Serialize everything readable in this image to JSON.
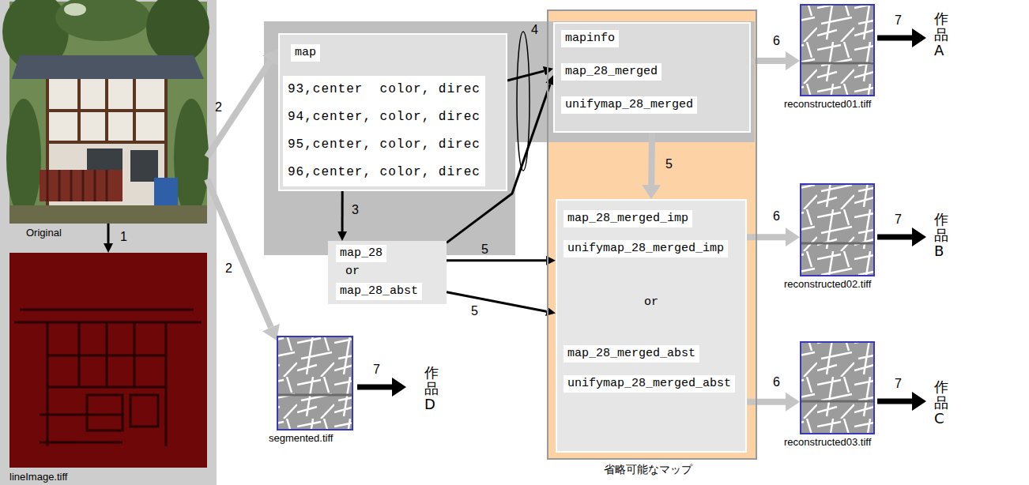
{
  "diagram": {
    "nodes": [
      {
        "text": [
          "Original"
        ]
      },
      {
        "text": [
          "lineImage.tiff"
        ]
      },
      {
        "text": [
          "map",
          "93,center  color, direc",
          "94,center, color, direc",
          "95,center, color, direc",
          "96,center, color, direc"
        ]
      },
      {
        "text": [
          "map_28",
          "or",
          "map_28_abst"
        ]
      },
      {
        "text": [
          "segmented.tiff"
        ]
      },
      {
        "text": [
          "省略可能なマップ"
        ]
      },
      {
        "text": [
          "mapinfo",
          "map_28_merged",
          "unifymap_28_merged"
        ],
        "in": 5
      },
      {
        "text": [
          "map_28_merged_imp",
          "unifymap_28_merged_imp",
          "or",
          "map_28_merged_abst",
          "unifymap_28_merged_abst"
        ],
        "in": 5
      },
      {
        "text": [
          "reconstructed01.tiff"
        ]
      },
      {
        "text": [
          "reconstructed02.tiff"
        ]
      },
      {
        "text": [
          "reconstructed03.tiff"
        ]
      }
    ],
    "edges": [
      {
        "from": 0,
        "to": 1,
        "arrow": "to",
        "label": "1"
      },
      {
        "from": 0,
        "to": 2,
        "arrow": "to",
        "label": "2"
      },
      {
        "from": 0,
        "to": 4,
        "arrow": "to",
        "label": "2"
      },
      {
        "from": 2,
        "to": 3,
        "arrow": "to",
        "label": "3"
      },
      {
        "from": 2,
        "to": 6,
        "arrow": "to",
        "label": "4"
      },
      {
        "from": 3,
        "to": 6,
        "arrow": "to"
      },
      {
        "from": 6,
        "to": 7,
        "arrow": "to",
        "label": "5"
      },
      {
        "from": 3,
        "to": 7,
        "arrow": "to",
        "label": "5"
      },
      {
        "from": 3,
        "to": 7,
        "arrow": "to",
        "label": "5"
      },
      {
        "from": 6,
        "to": 8,
        "arrow": "to",
        "label": "6"
      },
      {
        "from": 7,
        "to": 9,
        "arrow": "to",
        "label": "6"
      },
      {
        "from": 7,
        "to": 10,
        "arrow": "to",
        "label": "6"
      }
    ],
    "labels": [
      "7",
      "作品A",
      "7",
      "作品B",
      "7",
      "作品C",
      "7",
      "作品D"
    ]
  }
}
